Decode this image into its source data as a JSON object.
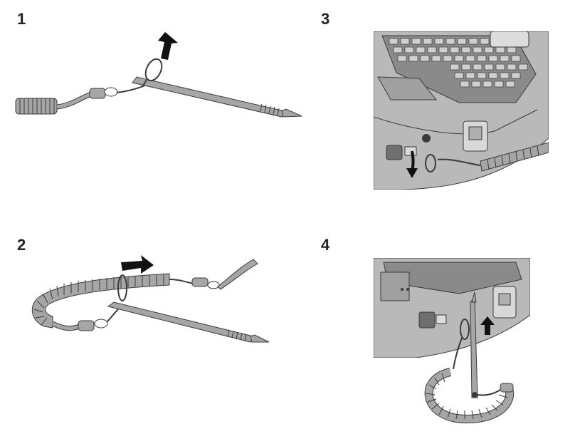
{
  "steps": [
    {
      "number": "1"
    },
    {
      "number": "2"
    },
    {
      "number": "3"
    },
    {
      "number": "4"
    }
  ],
  "colors": {
    "line": "#3a3a3a",
    "part_fill": "#a6a6a6",
    "body_fill": "#b9b9b9",
    "dark_fill": "#6f6f6f",
    "arrow": "#111111"
  },
  "icons": [
    "up-arrow-icon",
    "right-arrow-icon",
    "down-arrow-icon"
  ]
}
